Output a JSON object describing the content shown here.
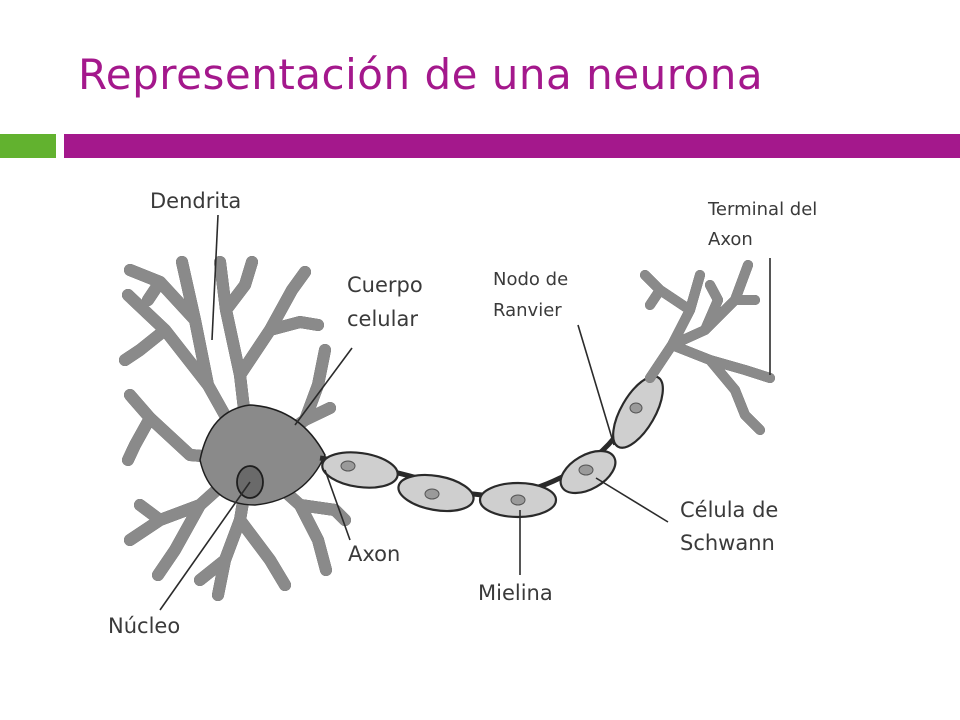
{
  "slide": {
    "title": "Representación de una neurona",
    "colors": {
      "title": "#a4188c",
      "accent_green": "#62b22f",
      "accent_purple": "#a4188c",
      "cell": "#8a8a8a"
    }
  },
  "diagram": {
    "labels": {
      "dendrita": "Dendrita",
      "cuerpo_1": "Cuerpo",
      "cuerpo_2": "celular",
      "nodo_1": "Nodo de",
      "nodo_2": "Ranvier",
      "terminal_1": "Terminal del",
      "terminal_2": "Axon",
      "celula_1": "Célula de",
      "celula_2": "Schwann",
      "axon": "Axon",
      "mielina": "Mielina",
      "nucleo": "Núcleo"
    }
  }
}
